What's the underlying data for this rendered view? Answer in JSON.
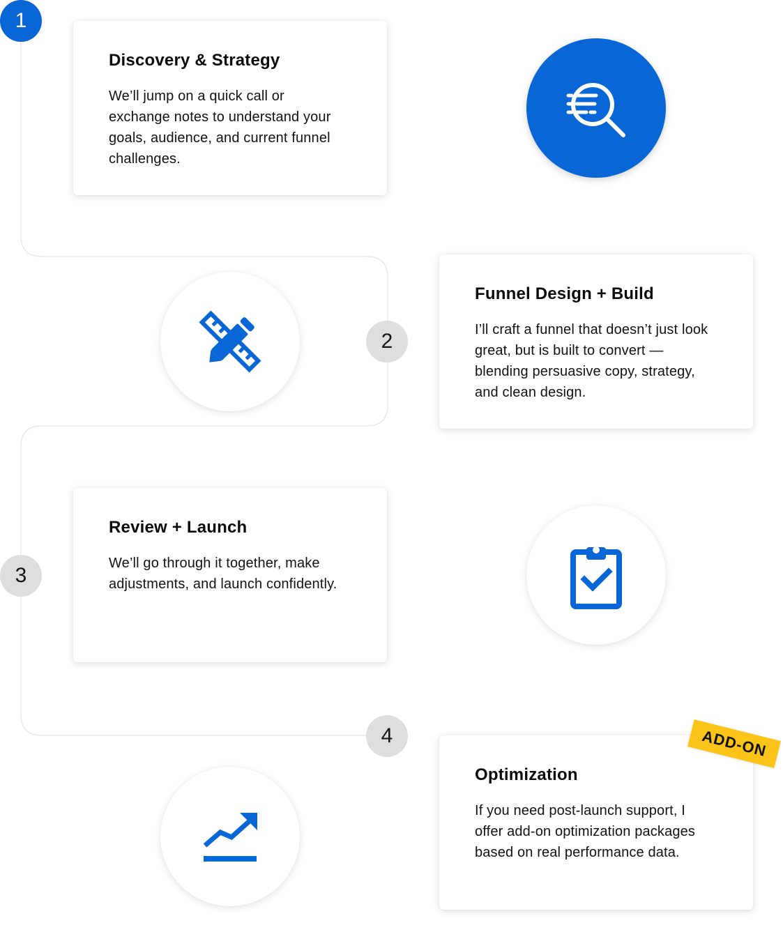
{
  "steps": [
    {
      "number": "1",
      "title": "Discovery & Strategy",
      "description": "We’ll jump on a quick call or exchange notes to understand your goals, audience, and current funnel challenges.",
      "icon": "magnifier-list-icon"
    },
    {
      "number": "2",
      "title": "Funnel Design + Build",
      "description": "I’ll craft a funnel that doesn’t just look great, but is built to convert — blending persuasive copy, strategy, and clean design.",
      "icon": "pencil-ruler-icon"
    },
    {
      "number": "3",
      "title": "Review + Launch",
      "description": "We’ll go through it together, make adjustments, and launch confidently.",
      "icon": "clipboard-check-icon"
    },
    {
      "number": "4",
      "title": "Optimization",
      "description": "If you need post-launch support, I offer add-on optimization packages based on real performance data.",
      "icon": "trending-up-icon",
      "badge": "ADD-ON"
    }
  ],
  "active_step": "1",
  "colors": {
    "accent": "#0866d6",
    "badge": "#fcc419",
    "step_inactive": "#dedede",
    "connector": "#e4e4e4"
  }
}
